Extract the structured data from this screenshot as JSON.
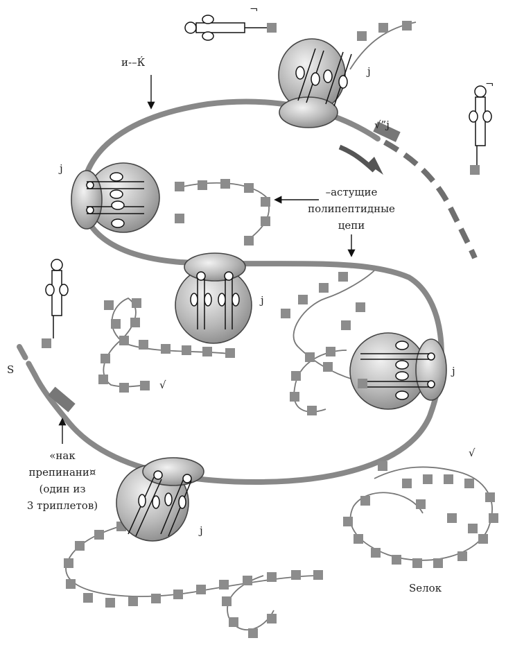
{
  "labels": {
    "mrna": "и-–Ќ",
    "start_codon": "√”j",
    "growing_chains": [
      "–астущие",
      "полипептидные",
      "цепи"
    ],
    "stop_5": "S",
    "stop_codon": [
      "«нак",
      "препинани¤",
      "(один из",
      "3 триплетов)"
    ],
    "protein": "Sелок",
    "ribosome": "j",
    "chain_end": "√",
    "trna_mark": "¬"
  }
}
